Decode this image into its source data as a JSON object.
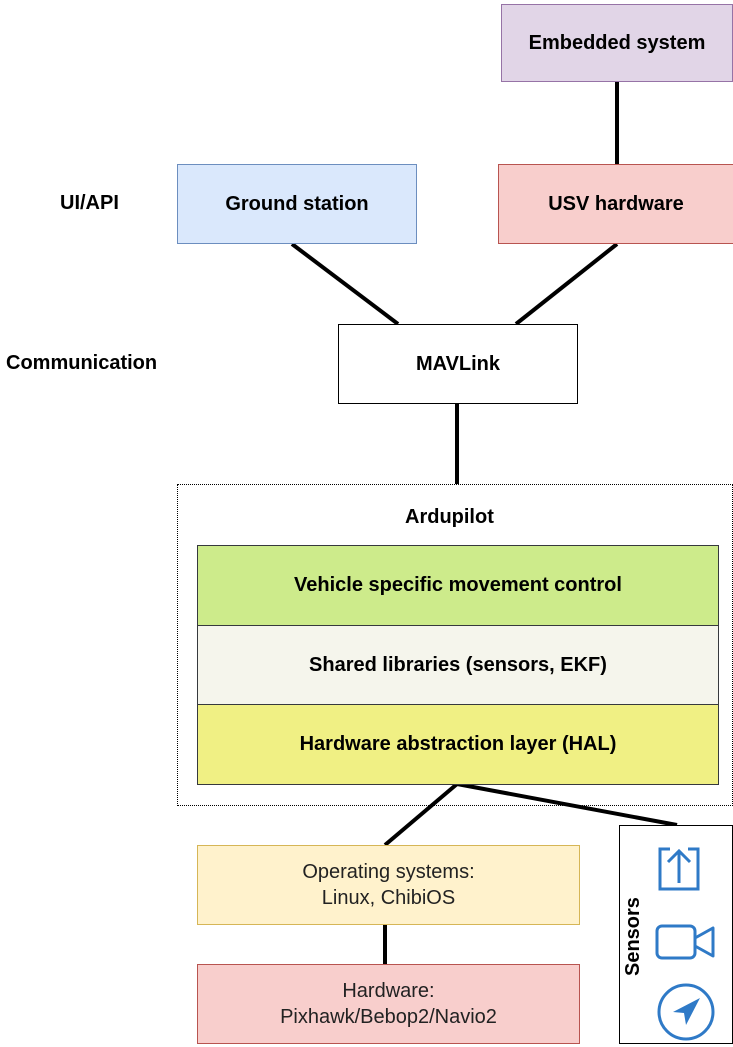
{
  "labels": {
    "ui_api": "UI/API",
    "communication": "Communication"
  },
  "nodes": {
    "embedded_system": "Embedded system",
    "ground_station": "Ground station",
    "usv_hardware": "USV hardware",
    "mavlink": "MAVLink",
    "ardupilot": "Ardupilot",
    "vehicle_control": "Vehicle specific movement control",
    "shared_libraries": "Shared libraries (sensors, EKF)",
    "hal": "Hardware abstraction layer (HAL)",
    "os_line1": "Operating systems:",
    "os_line2": "Linux, ChibiOS",
    "hw_line1": "Hardware:",
    "hw_line2": "Pixhawk/Bebop2/Navio2"
  },
  "sensors": {
    "title": "Sensors",
    "icons": [
      "upload-icon",
      "video-camera-icon",
      "navigation-compass-icon"
    ]
  },
  "colors": {
    "embedded": "#e1d5e7",
    "ground": "#dae8fc",
    "usv": "#f8cecc",
    "vehicle": "#cdeb8b",
    "shared": "#f5f5ec",
    "hal": "#f0f084",
    "os": "#fff2cc",
    "hardware": "#f8cecc",
    "icon_blue": "#2f7ac7"
  }
}
